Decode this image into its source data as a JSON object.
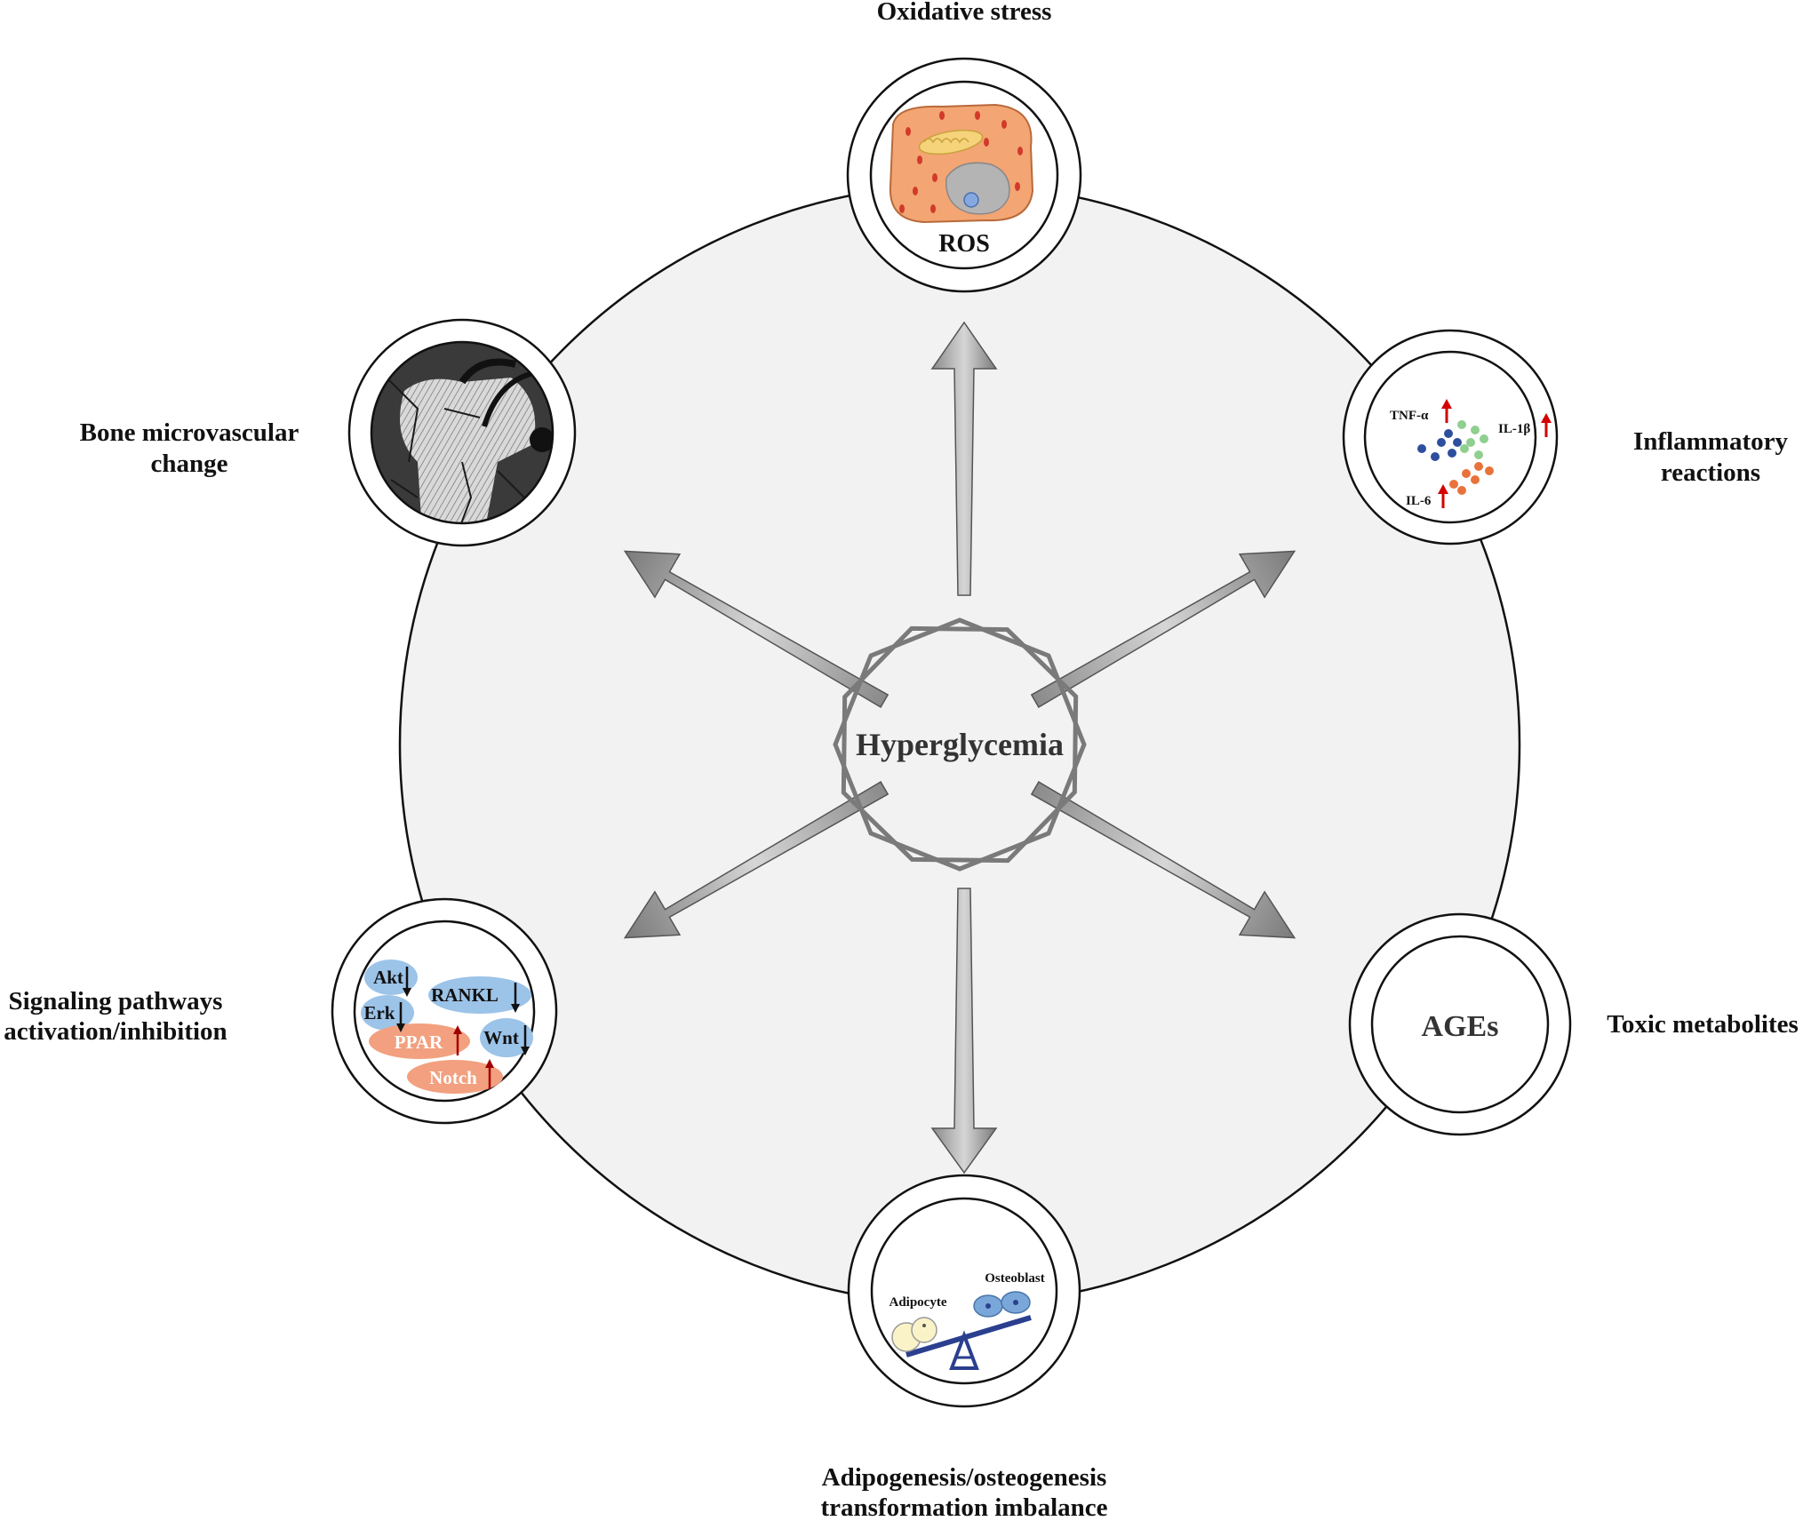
{
  "center": {
    "label": "Hyperglycemia"
  },
  "nodes": {
    "top": {
      "title": "Oxidative stress",
      "inner_label": "ROS",
      "icon": "cell-ros-icon"
    },
    "upper_right": {
      "title_line1": "Inflammatory",
      "title_line2": "reactions",
      "cytokines": [
        "TNF-α",
        "IL-1β",
        "IL-6"
      ],
      "icon": "cytokine-icon"
    },
    "lower_right": {
      "title": "Toxic metabolites",
      "inner_label": "AGEs"
    },
    "bottom": {
      "title_line1": "Adipogenesis/osteogenesis",
      "title_line2": "transformation imbalance",
      "adipocyte": "Adipocyte",
      "osteoblast": "Osteoblast",
      "icon": "seesaw-icon"
    },
    "lower_left": {
      "title_line1": "Signaling pathways",
      "title_line2": "activation/inhibition",
      "pathways": [
        "Akt",
        "RANKL",
        "Erk",
        "Wnt",
        "PPAR",
        "Notch"
      ],
      "icon": "signaling-icon"
    },
    "upper_left": {
      "title_line1": "Bone microvascular",
      "title_line2": "change",
      "icon": "bone-vessel-icon"
    }
  },
  "colors": {
    "big_circle_fill": "#f2f2f2",
    "arrow_fill": "#a8a8a8",
    "star_stroke": "#7a7a7a",
    "up_arrow": "#d40000",
    "down_arrow": "#111111",
    "pathway_blue": "#9cc3e8",
    "pathway_salmon": "#f2a07f"
  }
}
